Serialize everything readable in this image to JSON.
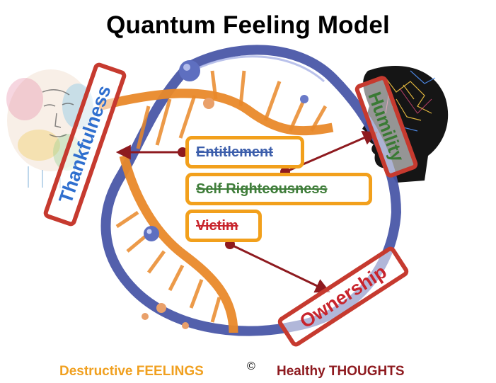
{
  "title": "Quantum Feeling Model",
  "destructive_feelings": [
    {
      "label": "Entitlement",
      "color": "#3c5eab"
    },
    {
      "label": "Self Righteousness",
      "color": "#3f7d3a"
    },
    {
      "label": "Victim",
      "color": "#c8242c"
    }
  ],
  "healthy_thoughts": [
    {
      "label": "Thankfulness",
      "color": "#2f6fcf"
    },
    {
      "label": "Humility",
      "color": "#3a7a34"
    },
    {
      "label": "Ownership",
      "color": "#c8242c"
    }
  ],
  "footer": {
    "left": "Destructive FEELINGS",
    "copyright": "©",
    "right": "Healthy THOUGHTS"
  },
  "colors": {
    "feeling_box_border": "#f2a01c",
    "thought_box_border": "#c63a2f",
    "arrow": "#8e1a1f",
    "helix_blue": "#4a57a8",
    "helix_orange": "#e9892a"
  },
  "icons": [
    "dna-helix-graphic",
    "watercolor-face-graphic",
    "head-silhouette-graphic"
  ]
}
